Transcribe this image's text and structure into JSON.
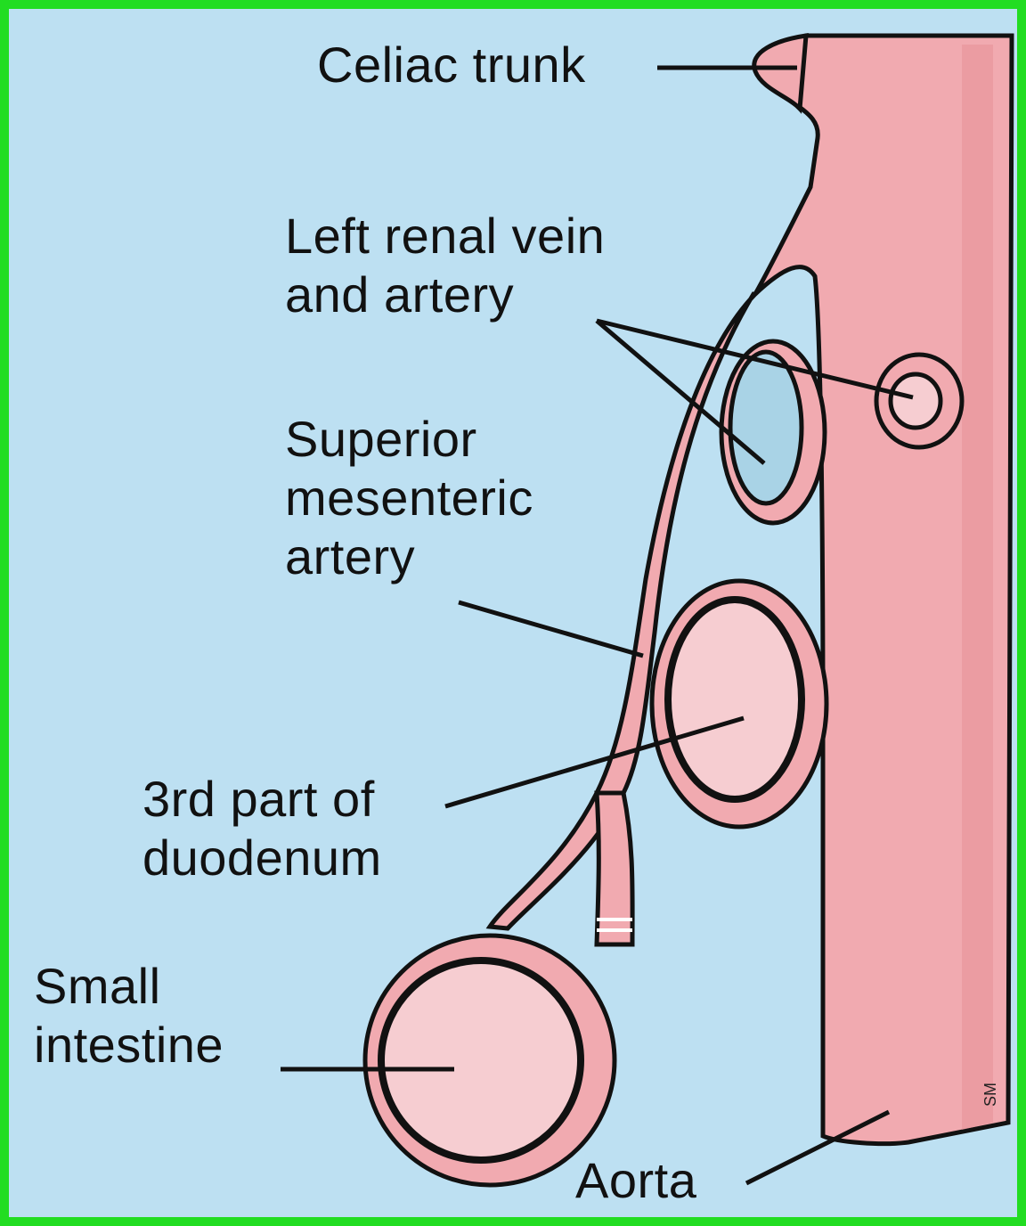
{
  "colors": {
    "background": "#bde0f2",
    "frame": "#22dd22",
    "artery": "#f1aab0",
    "artery_dark": "#e58f98",
    "bowel_fill": "#f6cdd1",
    "vein": "#a9d3e6",
    "outline": "#111111"
  },
  "labels": {
    "celiac_trunk": "Celiac trunk",
    "left_renal_line1": "Left renal vein",
    "left_renal_line2": "and artery",
    "sma_line1": "Superior",
    "sma_line2": "mesenteric",
    "sma_line3": "artery",
    "duodenum_line1": "3rd part of",
    "duodenum_line2": "duodenum",
    "small_intestine_line1": "Small",
    "small_intestine_line2": "intestine",
    "aorta": "Aorta",
    "signature": "SM"
  }
}
